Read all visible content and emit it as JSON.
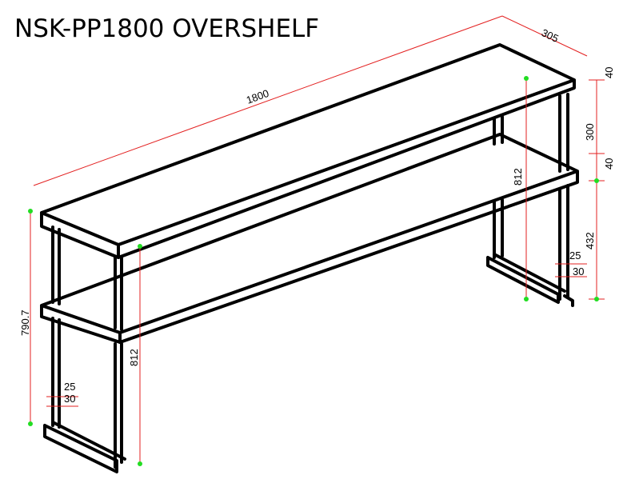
{
  "title": "NSK-PP1800 OVERSHELF",
  "dimensions": {
    "length": "1800",
    "depth": "305",
    "shelf_thickness_top": "40",
    "shelf_gap": "300",
    "shelf_thickness_lower": "40",
    "leg_height_right": "432",
    "overall_height_right": "812",
    "overall_height_left": "812",
    "height_790": "790.7",
    "foot_25_right": "25",
    "foot_30_right": "30",
    "foot_25_left": "25",
    "foot_30_left": "30"
  },
  "colors": {
    "dimension_line": "#e32020",
    "outline": "#000000",
    "point_marker": "#22dd22"
  }
}
